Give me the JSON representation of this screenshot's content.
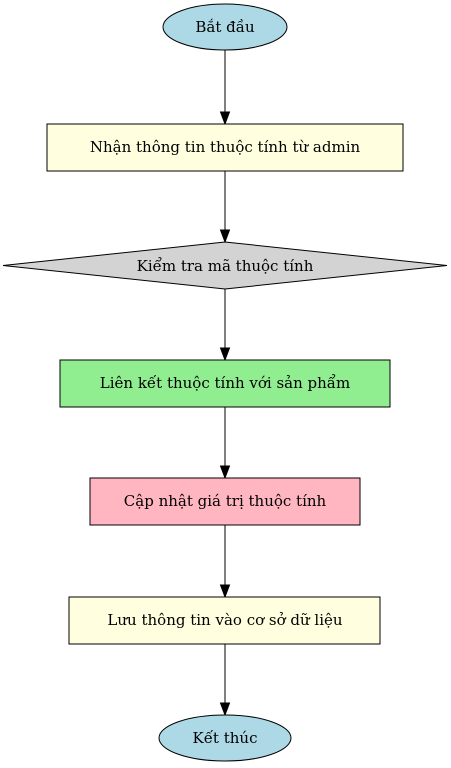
{
  "nodes": {
    "start": {
      "label": "Bắt đầu",
      "fill": "#add8e6"
    },
    "receive": {
      "label": "Nhận thông tin thuộc tính từ admin",
      "fill": "#ffffe0"
    },
    "check": {
      "label": "Kiểm tra mã thuộc tính",
      "fill": "#d3d3d3"
    },
    "link": {
      "label": "Liên kết thuộc tính với sản phẩm",
      "fill": "#90ee90"
    },
    "update": {
      "label": "Cập nhật giá trị thuộc tính",
      "fill": "#ffb6c1"
    },
    "save": {
      "label": "Lưu thông tin vào cơ sở dữ liệu",
      "fill": "#ffffe0"
    },
    "end": {
      "label": "Kết thúc",
      "fill": "#add8e6"
    }
  },
  "edges": [
    {
      "from": "start",
      "to": "receive"
    },
    {
      "from": "receive",
      "to": "check"
    },
    {
      "from": "check",
      "to": "link"
    },
    {
      "from": "link",
      "to": "update"
    },
    {
      "from": "update",
      "to": "save"
    },
    {
      "from": "save",
      "to": "end"
    }
  ]
}
